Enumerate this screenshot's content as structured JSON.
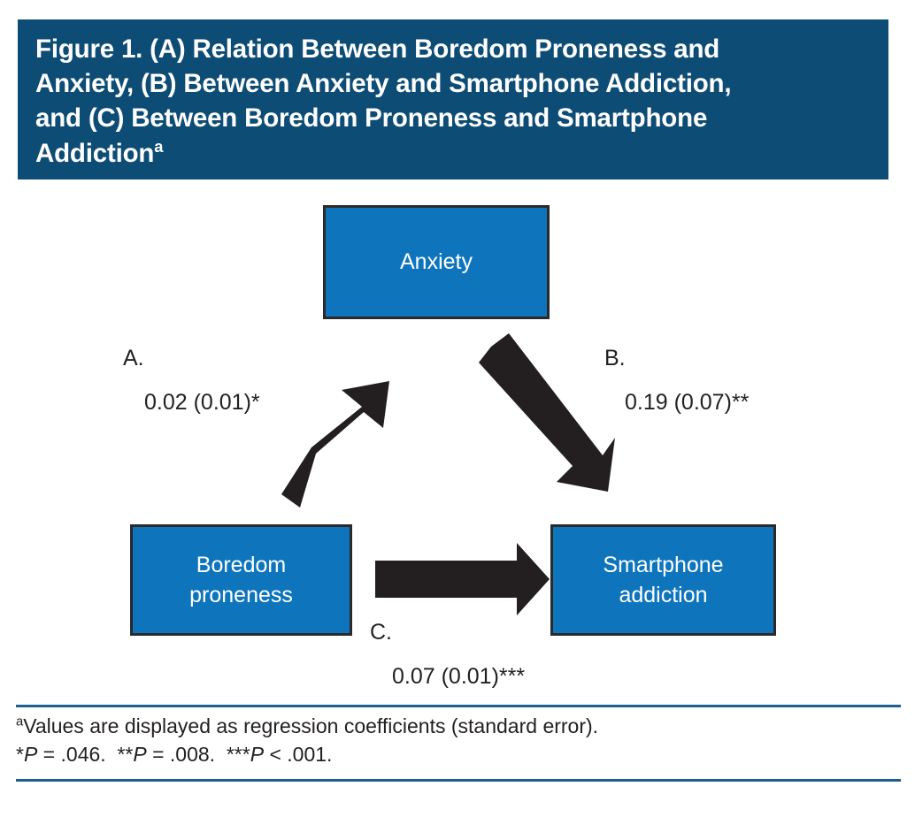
{
  "figure": {
    "title_lines": "Figure 1. (A) Relation Between Boredom Proneness and\nAnxiety, (B) Between Anxiety and Smartphone Addiction,\nand (C) Between Boredom Proneness and Smartphone\nAddiction",
    "title_superscript": "a",
    "banner_color": "#0d4c74",
    "node_fill_color": "#0e75bd",
    "node_border_color": "#2a2a2a",
    "arrow_color": "#231f20",
    "rule_color": "#1c5f93"
  },
  "nodes": {
    "anxiety": {
      "label": "Anxiety"
    },
    "boredom": {
      "label": "Boredom\nproneness"
    },
    "smartphone": {
      "label": "Smartphone\naddiction"
    }
  },
  "paths": {
    "a": {
      "letter": "A.",
      "coefficient": "0.02 (0.01)*",
      "from": "Boredom proneness",
      "to": "Anxiety"
    },
    "b": {
      "letter": "B.",
      "coefficient": "0.19 (0.07)**",
      "from": "Anxiety",
      "to": "Smartphone addiction"
    },
    "c": {
      "letter": "C.",
      "coefficient": "0.07 (0.01)***",
      "from": "Boredom proneness",
      "to": "Smartphone addiction"
    }
  },
  "footnote": {
    "superscript": "a",
    "line1": "Values are displayed as regression coefficients (standard error).",
    "sig1_stars": "*",
    "sig1_rel": " = .046.",
    "sig2_stars": "**",
    "sig2_rel": " = .008.",
    "sig3_stars": "***",
    "sig3_rel": " < .001.",
    "p_symbol": "P"
  },
  "chart_data": {
    "type": "diagram",
    "subtype": "mediation-path-model",
    "title": "Figure 1. (A) Relation Between Boredom Proneness and Anxiety, (B) Between Anxiety and Smartphone Addiction, and (C) Between Boredom Proneness and Smartphone Addiction",
    "nodes": [
      "Boredom proneness",
      "Anxiety",
      "Smartphone addiction"
    ],
    "edges": [
      {
        "label": "A.",
        "source": "Boredom proneness",
        "target": "Anxiety",
        "coefficient": 0.02,
        "standard_error": 0.01,
        "significance": "*",
        "p_value": 0.046,
        "display": "0.02 (0.01)*"
      },
      {
        "label": "B.",
        "source": "Anxiety",
        "target": "Smartphone addiction",
        "coefficient": 0.19,
        "standard_error": 0.07,
        "significance": "**",
        "p_value": 0.008,
        "display": "0.19 (0.07)**"
      },
      {
        "label": "C.",
        "source": "Boredom proneness",
        "target": "Smartphone addiction",
        "coefficient": 0.07,
        "standard_error": 0.01,
        "significance": "***",
        "p_value": 0.001,
        "display": "0.07 (0.01)***"
      }
    ],
    "notes": "Values are displayed as regression coefficients (standard error). *P = .046. **P = .008. ***P < .001."
  }
}
